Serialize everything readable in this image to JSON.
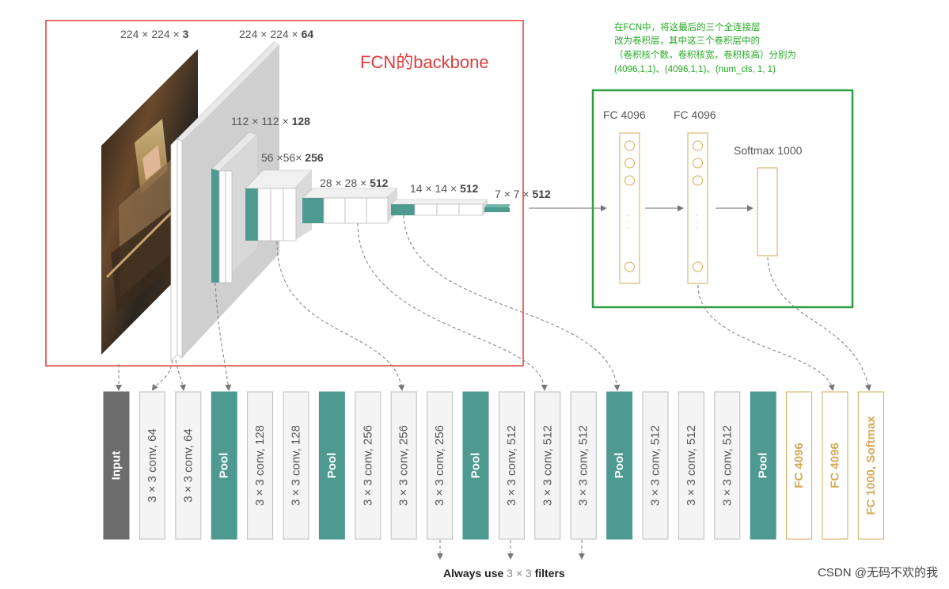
{
  "backbone_title": "FCN的backbone",
  "note_lines": [
    "在FCN中，将这最后的三个全连接层",
    "改为卷积层，其中这三个卷积层中的",
    "（卷积核个数，卷积核宽，卷积核高）分别为",
    "(4096,1,1)、(4096,1,1)、(num_cls, 1, 1)"
  ],
  "feature_maps": [
    {
      "a": "224 × 224 × ",
      "b": "3"
    },
    {
      "a": "224 × 224 × ",
      "b": "64"
    },
    {
      "a": "112 × 112 × ",
      "b": "128"
    },
    {
      "a": "56 ×56× ",
      "b": "256"
    },
    {
      "a": "28 × 28 × ",
      "b": "512"
    },
    {
      "a": "14 × 14 × ",
      "b": "512"
    },
    {
      "a": "7 × 7 × ",
      "b": "512"
    }
  ],
  "fc_section": {
    "fc1_label": "FC 4096",
    "fc2_label": "FC 4096",
    "softmax_label": "Softmax 1000",
    "dots": "·\n·\n·"
  },
  "blocks": [
    {
      "label": "Input",
      "kind": "input"
    },
    {
      "label": "3 × 3 conv, 64",
      "kind": "conv"
    },
    {
      "label": "3 × 3 conv, 64",
      "kind": "conv"
    },
    {
      "label": "Pool",
      "kind": "pool"
    },
    {
      "label": "3 × 3 conv, 128",
      "kind": "conv"
    },
    {
      "label": "3 × 3 conv, 128",
      "kind": "conv"
    },
    {
      "label": "Pool",
      "kind": "pool"
    },
    {
      "label": "3 × 3 conv, 256",
      "kind": "conv"
    },
    {
      "label": "3 × 3 conv, 256",
      "kind": "conv"
    },
    {
      "label": "3 × 3 conv, 256",
      "kind": "conv"
    },
    {
      "label": "Pool",
      "kind": "pool"
    },
    {
      "label": "3 × 3 conv, 512",
      "kind": "conv"
    },
    {
      "label": "3 × 3 conv, 512",
      "kind": "conv"
    },
    {
      "label": "3 × 3 conv, 512",
      "kind": "conv"
    },
    {
      "label": "Pool",
      "kind": "pool"
    },
    {
      "label": "3 × 3 conv, 512",
      "kind": "conv"
    },
    {
      "label": "3 × 3 conv, 512",
      "kind": "conv"
    },
    {
      "label": "3 × 3 conv, 512",
      "kind": "conv"
    },
    {
      "label": "Pool",
      "kind": "pool"
    },
    {
      "label": "FC 4096",
      "kind": "fc"
    },
    {
      "label": "FC 4096",
      "kind": "fc"
    },
    {
      "label": "FC 1000, Softmax",
      "kind": "fc"
    }
  ],
  "filters_note": {
    "pre": "Always use ",
    "mid": "3 × 3",
    "post": " filters"
  },
  "watermark": "CSDN @无码不欢的我",
  "colors": {
    "teal": "#4e9a91",
    "input_gray": "#6d6d6d",
    "fc_orange": "#d6a95a",
    "backbone_red": "#e03b3b",
    "fc_box_green": "#2ea043",
    "note_green": "#22aa22"
  }
}
